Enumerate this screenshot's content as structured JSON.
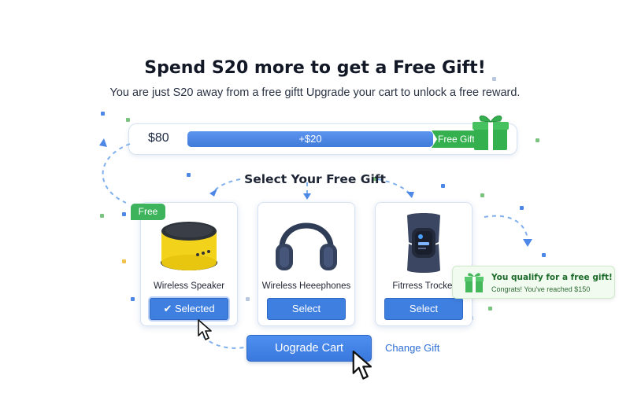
{
  "header": {
    "title": "Spend S20 more to get a Free Gift!",
    "subtitle": "You are just S20 away from a free giftt Upgrade your cart to unlock a free reward."
  },
  "progress": {
    "current_amount": "$80",
    "bar_label": "+$20",
    "goal_label": "Free Gift",
    "fill_fraction": 1.0,
    "colors": {
      "bar": "#4e88e6",
      "goal": "#35b04f"
    }
  },
  "gifts": {
    "section_title": "Select Your Free Gift",
    "free_badge": "Free",
    "items": [
      {
        "name": "Wireless Speaker",
        "button_label": "Selected",
        "selected": true,
        "icon": "speaker-icon"
      },
      {
        "name": "Wireless Heeephones",
        "button_label": "Select",
        "selected": false,
        "icon": "headphones-icon"
      },
      {
        "name": "Fitrress Trocket",
        "button_label": "Select",
        "selected": false,
        "icon": "fitness-tracker-icon"
      }
    ]
  },
  "notice": {
    "title": "You qualify for a free gift!",
    "message": "Congrats! You've reached $150"
  },
  "actions": {
    "upgrade_label": "Uograde Cart",
    "change_label": "Change Gift"
  },
  "colors": {
    "primary": "#3f7fe0",
    "success": "#3db45b",
    "link": "#2f6fd6"
  }
}
